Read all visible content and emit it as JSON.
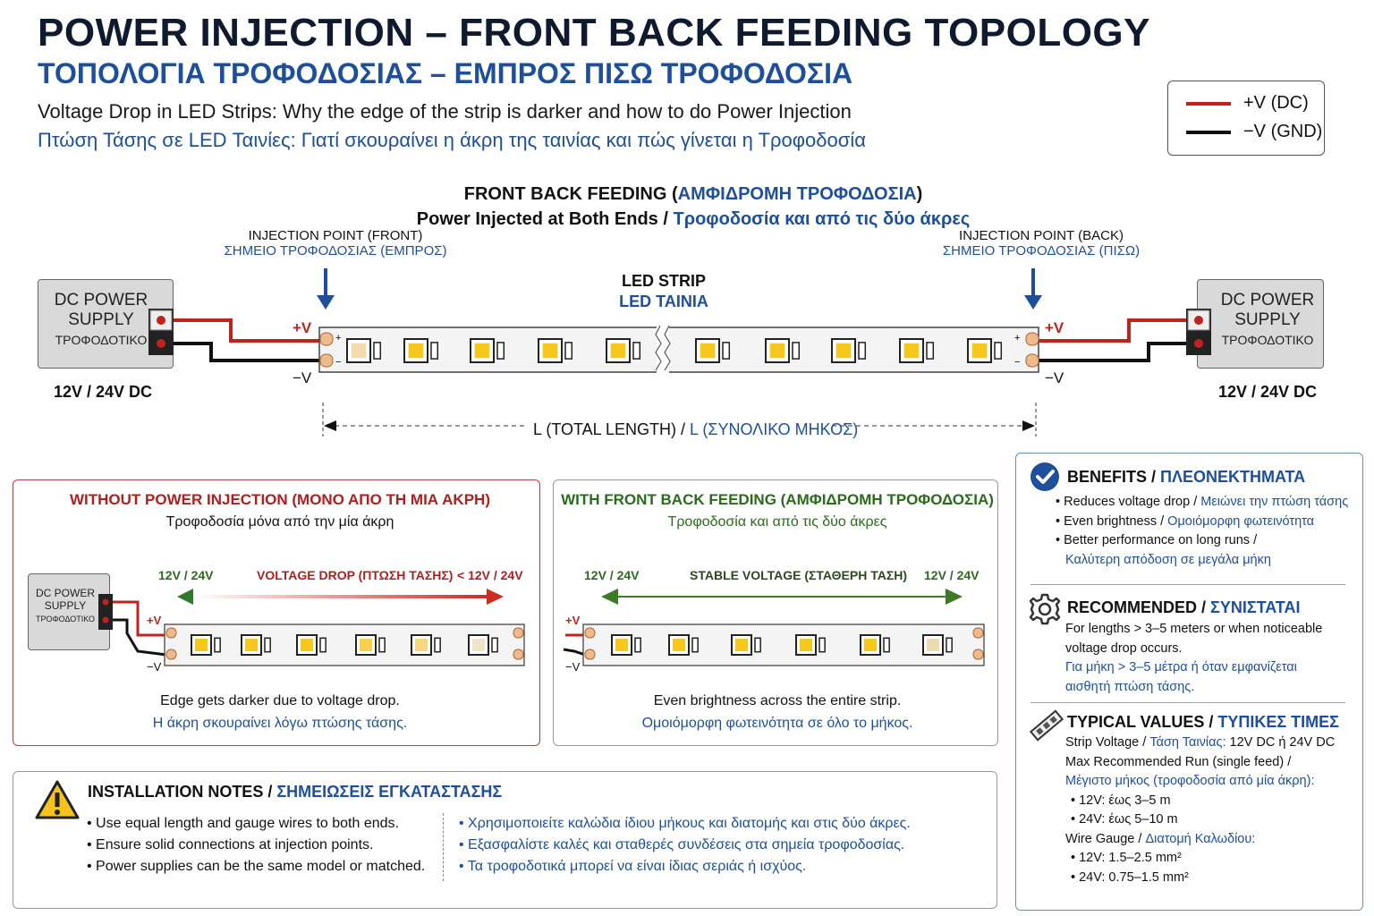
{
  "header": {
    "title": "POWER INJECTION – FRONT BACK FEEDING TOPOLOGY",
    "subtitle_gr": "ΤΟΠΟΛΟΓΙΑ ΤΡΟΦΟΔΟΣΙΑΣ – ΕΜΠΡΟΣ ΠΙΣΩ ΤΡΟΦΟΔΟΣΙΑ",
    "desc_en": "Voltage Drop in LED Strips: Why the edge of the strip is darker and how to do Power Injection",
    "desc_gr": "Πτώση Τάσης σε LED Ταινίες: Γιατί σκουραίνει η άκρη της ταινίας και πώς γίνεται η Τροφοδοσία"
  },
  "legend": {
    "positive": "+V (DC)",
    "negative": "−V (GND)",
    "positive_color": "#c0231b",
    "negative_color": "#111111"
  },
  "main": {
    "title_en": "FRONT BACK FEEDING (",
    "title_gr": "ΑΜΦΙΔΡΟΜΗ ΤΡΟΦΟΔΟΣΙΑ",
    "title_close": ")",
    "subtitle_en": "Power Injected at Both Ends / ",
    "subtitle_gr": "Τροφοδοσία και από τις δύο άκρες",
    "front_label_en": "INJECTION POINT (FRONT)",
    "front_label_gr": "ΣΗΜΕΙΟ ΤΡΟΦΟΔΟΣΙΑΣ (ΕΜΠΡΟΣ)",
    "back_label_en": "INJECTION POINT (BACK)",
    "back_label_gr": "ΣΗΜΕΙΟ ΤΡΟΦΟΔΟΣΙΑΣ (ΠΙΣΩ)",
    "strip_en": "LED STRIP",
    "strip_gr": "LED ΤΑΙΝΙΑ",
    "psu_line1": "DC POWER",
    "psu_line2": "SUPPLY",
    "psu_line3": "ΤΡΟΦΟΔΟΤΙΚΟ",
    "psu_voltage": "12V / 24V DC",
    "plus": "+V",
    "minus": "−V",
    "pad_plus": "+",
    "pad_minus": "−",
    "length_en": "L (TOTAL LENGTH) / ",
    "length_gr": "L (ΣΥΝΟΛΙΚΟ ΜΗΚΟΣ)"
  },
  "without": {
    "title": "WITHOUT POWER INJECTION (ΜΟΝΟ ΑΠΟ ΤΗ ΜΙΑ ΑΚΡΗ)",
    "subtitle": "Τροφοδοσία μόνα από την μία άκρη",
    "left_v": "12V / 24V",
    "drop": "VOLTAGE DROP (ΠΤΩΣΗ ΤΑΣΗΣ)",
    "right_v": "< 12V / 24V",
    "caption_en": "Edge gets darker due to voltage drop.",
    "caption_gr": "Η άκρη σκουραίνει λόγω πτώσης τάσης."
  },
  "with": {
    "title": "WITH FRONT BACK FEEDING (ΑΜΦΙΔΡΟΜΗ ΤΡΟΦΟΔΟΣΙΑ)",
    "subtitle": "Τροφοδοσία και από τις δύο άκρες",
    "left_v": "12V / 24V",
    "stable": "STABLE VOLTAGE (ΣΤΑΘΕΡΗ ΤΑΣΗ)",
    "right_v": "12V / 24V",
    "caption_en": "Even brightness across the entire strip.",
    "caption_gr": "Ομοιόμορφη φωτεινότητα σε όλο το μήκος."
  },
  "notes": {
    "title_en": "INSTALLATION NOTES / ",
    "title_gr": "ΣΗΜΕΙΩΣΕΙΣ ΕΓΚΑΤΑΣΤΑΣΗΣ",
    "en": [
      "• Use equal length and gauge wires to both ends.",
      "• Ensure solid connections at injection points.",
      "• Power supplies can be the same model or matched."
    ],
    "gr": [
      "• Χρησιμοποιείτε καλώδια ίδιου μήκους και διατομής και στις δύο άκρες.",
      "• Εξασφαλίστε καλές και σταθερές συνδέσεις στα σημεία τροφοδοσίας.",
      "• Τα τροφοδοτικά μπορεί να είναι ίδιας σεριάς ή ισχύος."
    ]
  },
  "benefits": {
    "title_en": "BENEFITS / ",
    "title_gr": "ΠΛΕΟΝΕΚΤΗΜΑΤΑ",
    "items": [
      {
        "en": "• Reduces voltage drop / ",
        "gr": "Μειώνει την πτώση τάσης"
      },
      {
        "en": "• Even brightness / ",
        "gr": "Ομοιόμορφη φωτεινότητα"
      },
      {
        "en": "• Better performance on long runs /",
        "gr": "Καλύτερη απόδοση σε μεγάλα μήκη"
      }
    ]
  },
  "recommended": {
    "title_en": "RECOMMENDED / ",
    "title_gr": "ΣΥΝΙΣΤΑΤΑΙ",
    "en1": "For lengths > 3–5 meters or when noticeable",
    "en2": "voltage drop occurs.",
    "gr1": "Για μήκη > 3–5 μέτρα ή όταν εμφανίζεται",
    "gr2": "αισθητή πτώση τάσης."
  },
  "typical": {
    "title_en": "TYPICAL VALUES / ",
    "title_gr": "ΤΥΠΙΚΕΣ ΤΙΜΕΣ",
    "strip_en": "Strip Voltage / ",
    "strip_gr": "Τάση Ταινίας: ",
    "strip_val": "12V DC ή 24V DC",
    "maxrun_en": "Max Recommended Run (single feed) /",
    "maxrun_gr": "Μέγιστο μήκος (τροφοδοσία από μία άκρη):",
    "run12": "• 12V: έως 3–5 m",
    "run24": "• 24V: έως 5–10 m",
    "gauge_en": "Wire Gauge / ",
    "gauge_gr": "Διατομή Καλωδίου:",
    "g12": "• 12V: 1.5–2.5 mm²",
    "g24": "• 24V: 0.75–1.5 mm²"
  }
}
